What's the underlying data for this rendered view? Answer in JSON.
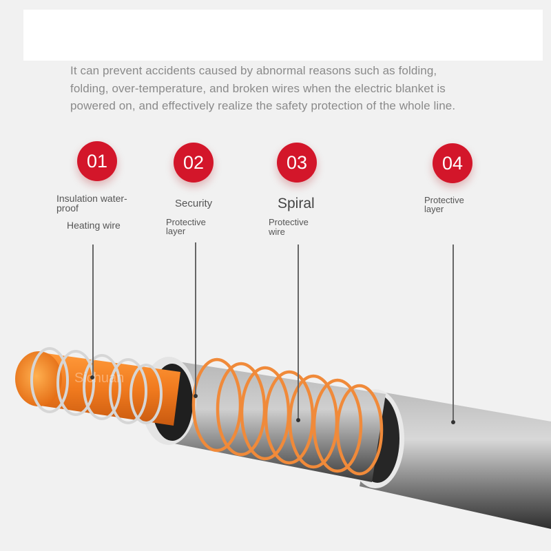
{
  "intro": {
    "line1": "It can prevent accidents caused by abnormal reasons such as folding,",
    "line2": "folding, over-temperature, and broken wires when the electric blanket is",
    "line3": "powered on, and effectively realize the safety protection of the whole line."
  },
  "callouts": [
    {
      "number": "01",
      "label_line1": "Insulation water-",
      "label_line2": "proof",
      "label_line3": "Heating wire"
    },
    {
      "number": "02",
      "label_line1": "Security",
      "label_line2": "Protective",
      "label_line3": "layer"
    },
    {
      "number": "03",
      "label_line1": "Spiral",
      "label_line2": "Protective",
      "label_line3": "wire"
    },
    {
      "number": "04",
      "label_line1": "Protective",
      "label_line2": "layer"
    }
  ],
  "watermark": "Sichuan",
  "colors": {
    "badge": "#d3162a",
    "core": "#f07a1e",
    "spiral": "#f08a3a",
    "jacket": "#3a3a3a"
  }
}
